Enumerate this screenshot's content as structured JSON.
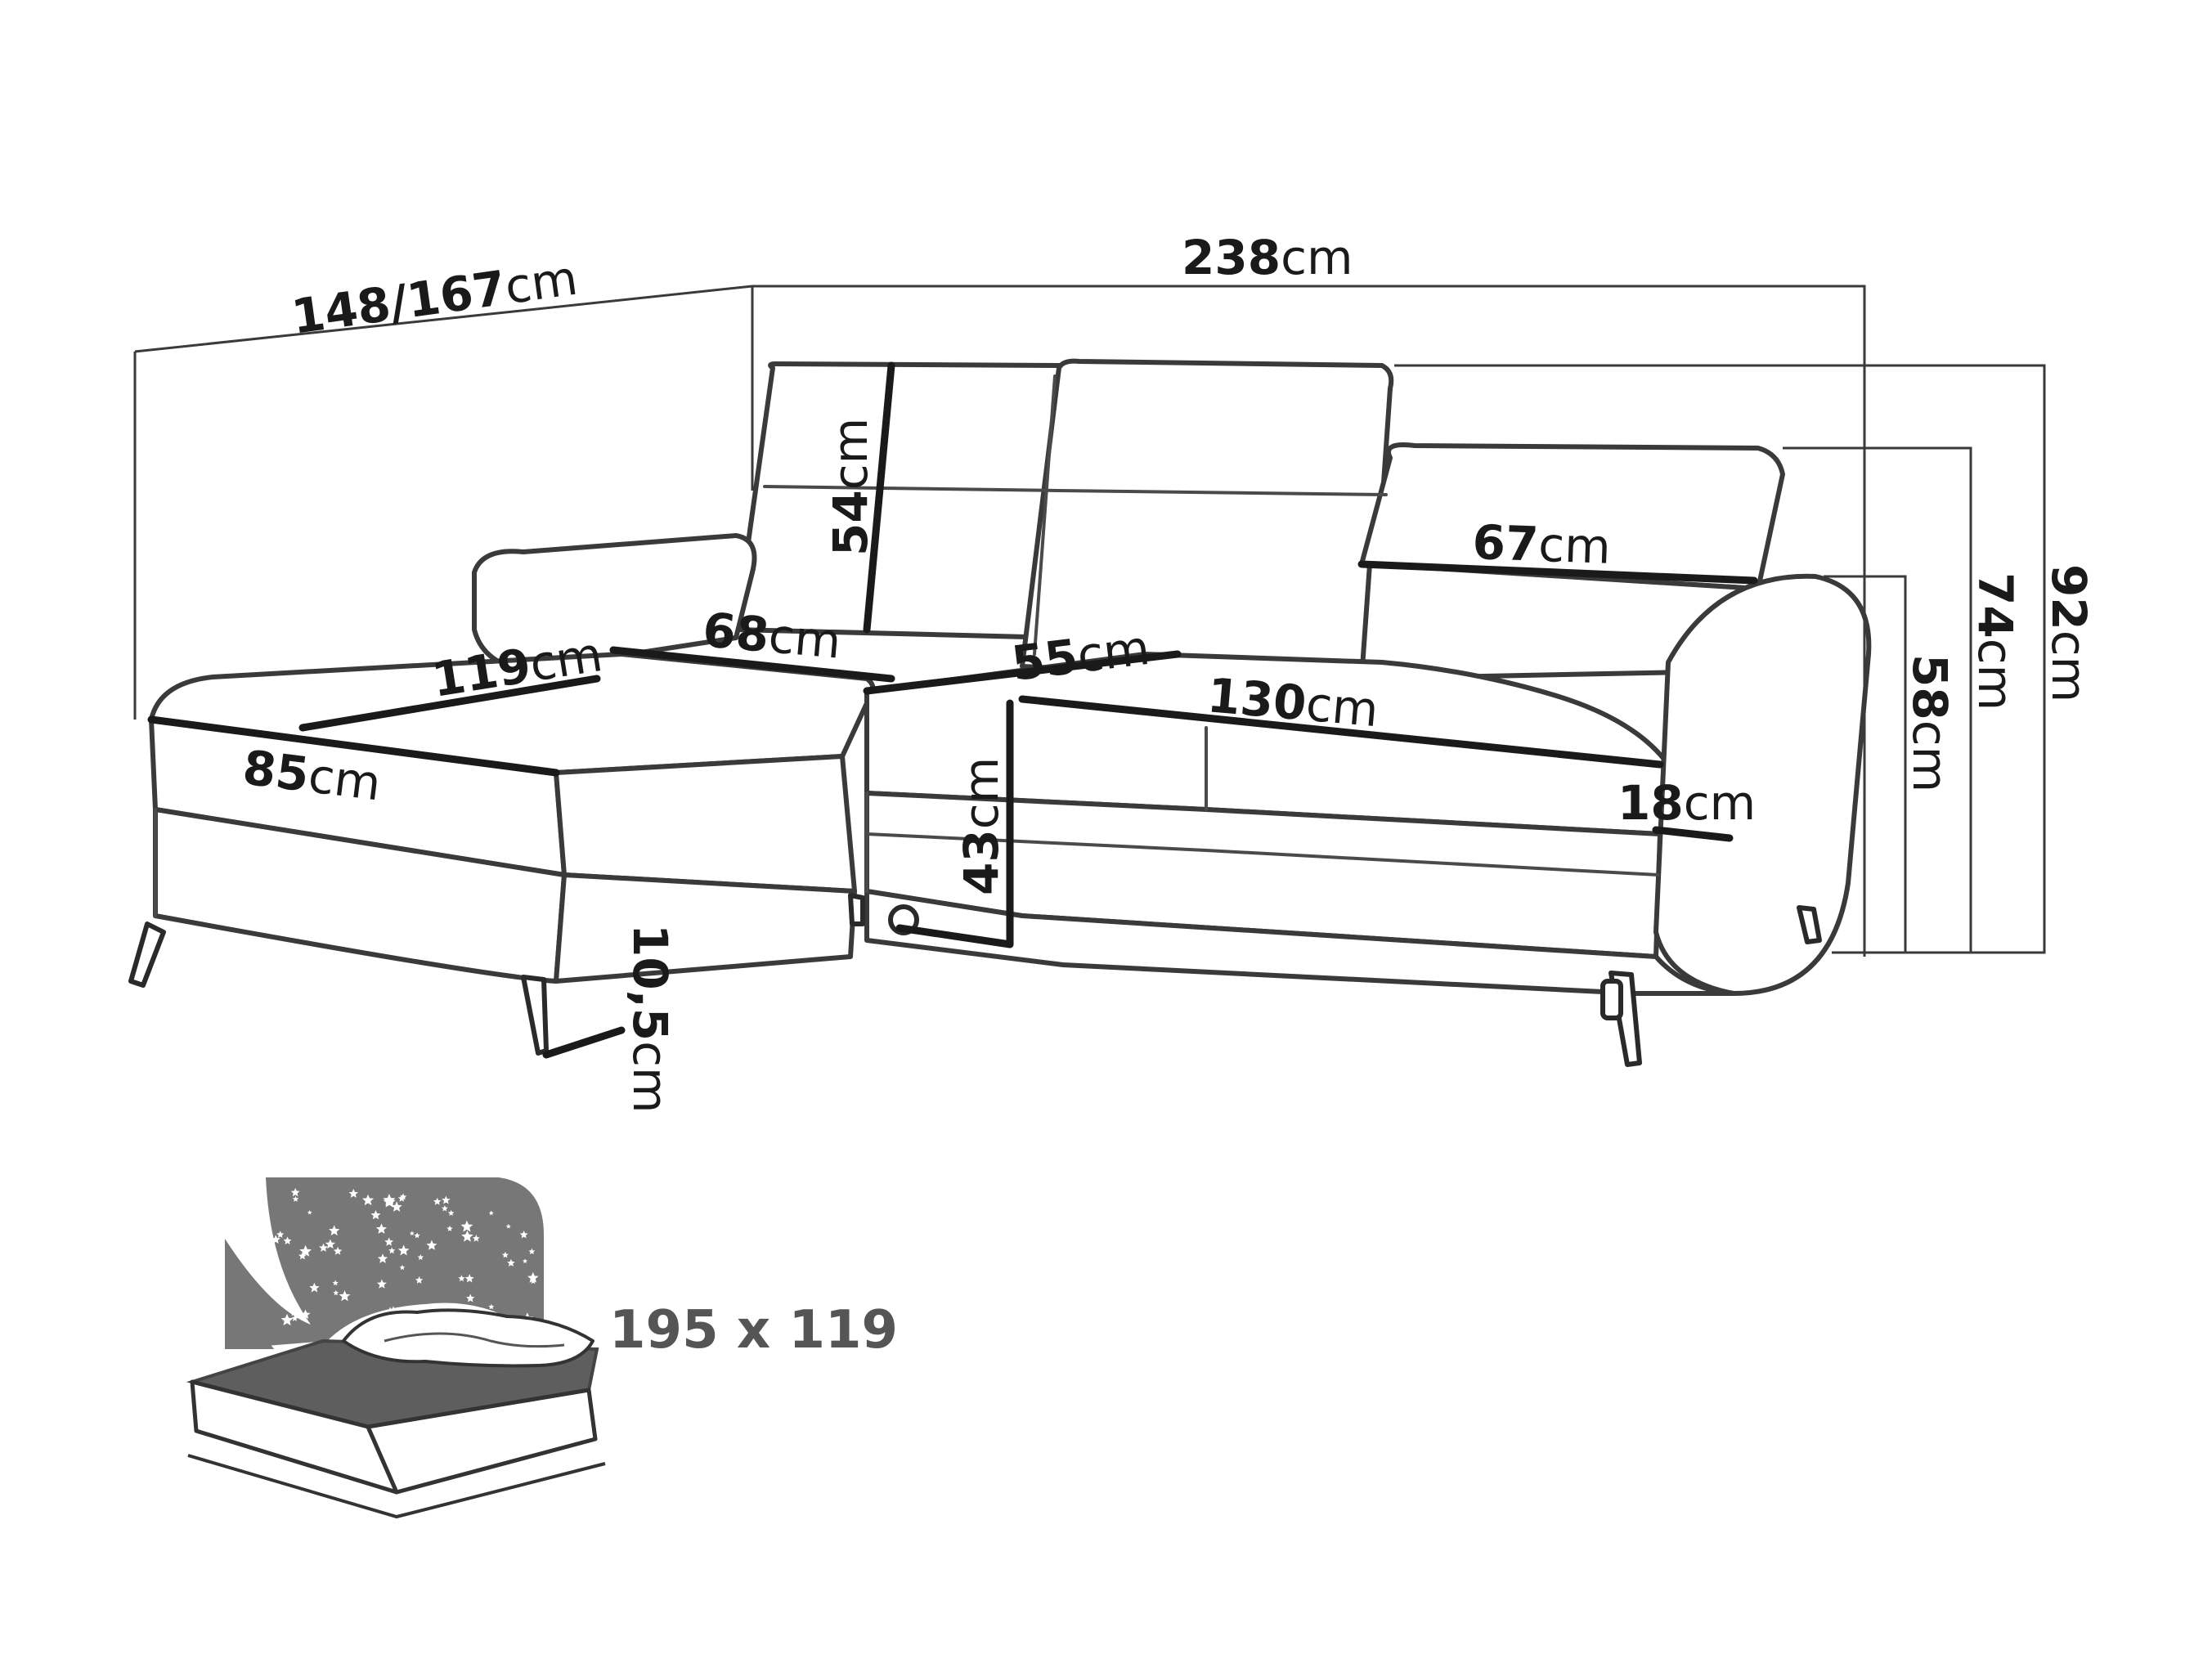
{
  "unit": "cm",
  "dimensions": {
    "overall_width": {
      "value": "238",
      "unit": "cm"
    },
    "chaise_depth": {
      "value": "148/167",
      "unit": "cm"
    },
    "total_height": {
      "value": "92",
      "unit": "cm"
    },
    "headrest_height": {
      "value": "74",
      "unit": "cm"
    },
    "armrest_height": {
      "value": "58",
      "unit": "cm"
    },
    "backrest_height": {
      "value": "54",
      "unit": "cm"
    },
    "headrest_width": {
      "value": "67",
      "unit": "cm"
    },
    "chaise_length": {
      "value": "119",
      "unit": "cm"
    },
    "seat_depth_chaise": {
      "value": "68",
      "unit": "cm"
    },
    "seat_depth": {
      "value": "55",
      "unit": "cm"
    },
    "seat_width": {
      "value": "130",
      "unit": "cm"
    },
    "chaise_width": {
      "value": "85",
      "unit": "cm"
    },
    "seat_height": {
      "value": "43",
      "unit": "cm"
    },
    "armrest_width": {
      "value": "18",
      "unit": "cm"
    },
    "leg_height": {
      "value": "10,5",
      "unit": "cm"
    }
  },
  "bed": {
    "size_label": "195 x 119",
    "icons": [
      "bed-icon",
      "star-icon"
    ]
  }
}
